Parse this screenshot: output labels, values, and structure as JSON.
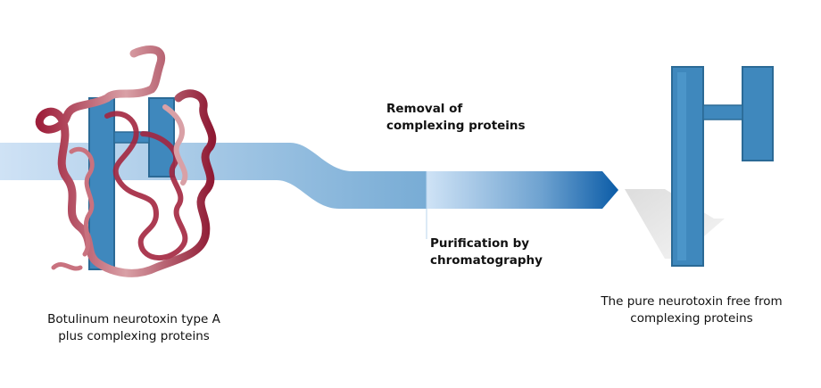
{
  "labels": {
    "removal": [
      "Removal of",
      "complexing proteins"
    ],
    "purification": [
      "Purification by",
      "chromatography"
    ],
    "input": [
      "Botulinum neurotoxin type A",
      "plus complexing proteins"
    ],
    "output": [
      "The pure neurotoxin free from",
      "complexing proteins"
    ]
  },
  "colors": {
    "band_light": "#cfe2f5",
    "band_mid": "#7aaed6",
    "arrow_dark": "#0c5ea8",
    "h_blue": "#3f88bd",
    "h_dark": "#2b6a96",
    "ribbon": "#a3263f",
    "ribbon_light": "#dba3a8"
  }
}
